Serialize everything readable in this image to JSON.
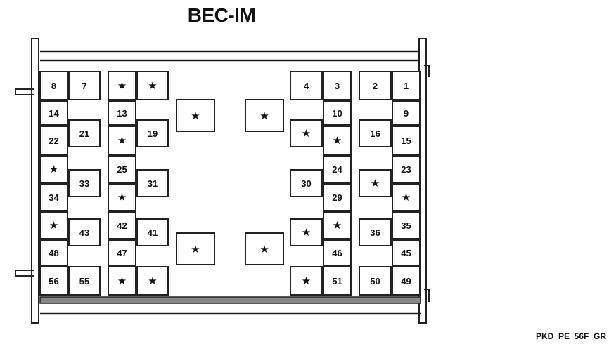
{
  "title": "BEC-IM",
  "reference": "PKD_PE_56F_GR",
  "star_symbol": "★",
  "colors": {
    "outline": "#222222",
    "background": "#ffffff",
    "bottom_rail": "#888888"
  },
  "cavities": {
    "c8": "8",
    "c7": "7",
    "c14": "14",
    "c21": "21",
    "c22": "22",
    "c33": "33",
    "c34": "34",
    "c43": "43",
    "c48": "48",
    "c56": "56",
    "c55": "55",
    "c13": "13",
    "c19": "19",
    "c25": "25",
    "c31": "31",
    "c42": "42",
    "c41": "41",
    "c47": "47",
    "c4": "4",
    "c3": "3",
    "c10": "10",
    "c24": "24",
    "c30": "30",
    "c29": "29",
    "c46": "46",
    "c51": "51",
    "c2": "2",
    "c1": "1",
    "c9": "9",
    "c16": "16",
    "c15": "15",
    "c23": "23",
    "c36": "36",
    "c35": "35",
    "c45": "45",
    "c50": "50",
    "c49": "49"
  }
}
